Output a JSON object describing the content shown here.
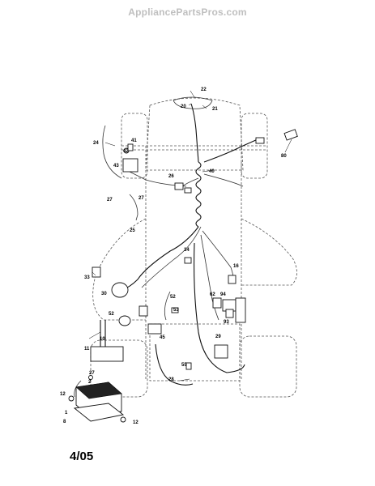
{
  "watermark": "AppliancePartsPros.com",
  "date_code": "4/05",
  "callouts": [
    "1",
    "2",
    "8",
    "10",
    "11",
    "12",
    "12",
    "16",
    "20",
    "21",
    "22",
    "24",
    "25",
    "26",
    "27",
    "27",
    "27",
    "28",
    "29",
    "30",
    "33",
    "34",
    "40",
    "41",
    "42",
    "43",
    "45",
    "52",
    "52",
    "53",
    "55",
    "62",
    "80",
    "93",
    "94"
  ]
}
